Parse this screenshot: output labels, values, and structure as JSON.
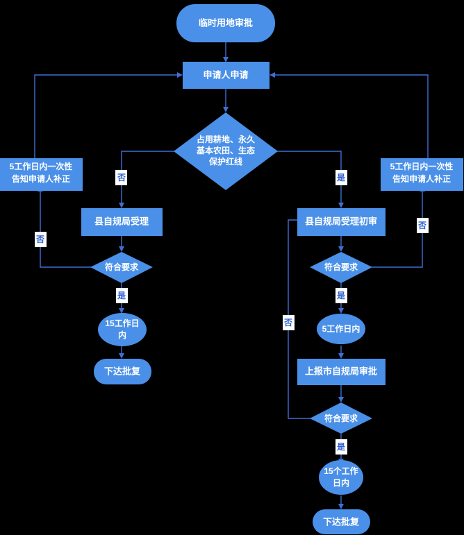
{
  "diagram": {
    "title": "临时用地审批",
    "type": "flowchart",
    "background_color": "#000000",
    "node_fill_color": "#4a90e8",
    "node_text_color": "#ffffff",
    "connector_color": "#3f6fd4",
    "edge_label_text_color": "#2d5fd0",
    "edge_label_bg_color": "#ffffff"
  },
  "nodes": {
    "start": {
      "label": "临时用地审批",
      "shape": "stadium"
    },
    "applicant_apply": {
      "label": "申请人申请",
      "shape": "rectangle"
    },
    "decision_landuse": {
      "label_line1": "占用耕地、永久",
      "label_line2": "基本农田、生态",
      "label_line3": "保护红线",
      "shape": "diamond"
    },
    "notify_left": {
      "label_line1": "5工作日内一次性",
      "label_line2": "告知申请人补正",
      "shape": "rectangle"
    },
    "notify_right": {
      "label_line1": "5工作日内一次性",
      "label_line2": "告知申请人补正",
      "shape": "rectangle"
    },
    "county_accept": {
      "label": "县自规局受理",
      "shape": "rectangle"
    },
    "county_accept_review": {
      "label": "县自规局受理初审",
      "shape": "rectangle"
    },
    "check_left": {
      "label": "符合要求",
      "shape": "diamond"
    },
    "check_right": {
      "label": "符合要求",
      "shape": "diamond"
    },
    "check_city": {
      "label": "符合要求",
      "shape": "diamond"
    },
    "days15_left": {
      "label_line1": "15工作日",
      "label_line2": "内",
      "shape": "ellipse"
    },
    "days5_right": {
      "label": "5工作日内",
      "shape": "ellipse"
    },
    "days15_right": {
      "label_line1": "15个工作",
      "label_line2": "日内",
      "shape": "ellipse"
    },
    "report_city": {
      "label": "上报市自规局审批",
      "shape": "rectangle"
    },
    "approval_left": {
      "label": "下达批复",
      "shape": "stadium"
    },
    "approval_right": {
      "label": "下达批复",
      "shape": "stadium"
    }
  },
  "edge_labels": {
    "landuse_no": "否",
    "landuse_yes": "是",
    "check_left_no": "否",
    "check_left_yes": "是",
    "check_right_no": "否",
    "check_right_yes": "是",
    "check_city_no": "否",
    "check_city_yes": "是"
  }
}
